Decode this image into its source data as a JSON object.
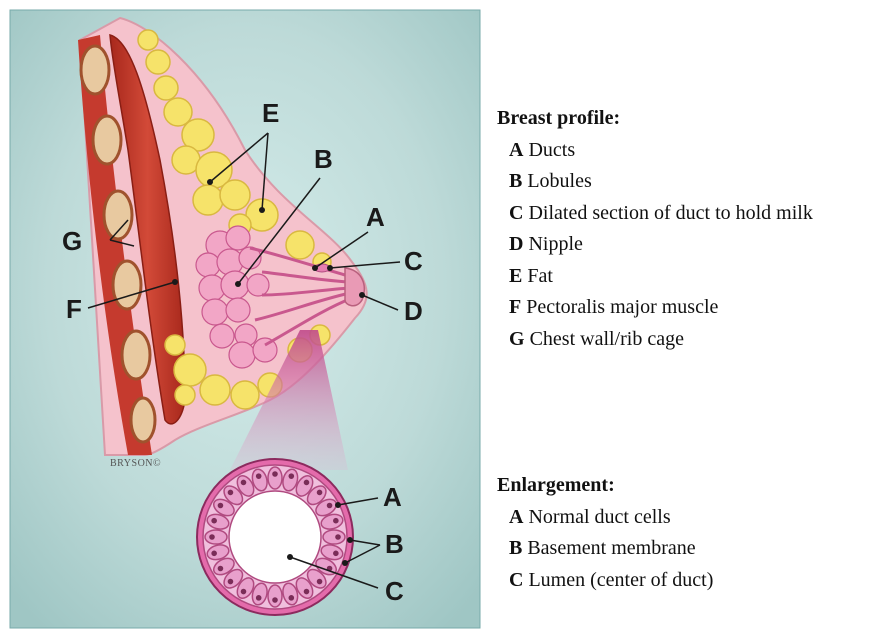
{
  "signature": "BRYSON©",
  "diagram_labels": {
    "profile": [
      "E",
      "B",
      "A",
      "C",
      "G",
      "F",
      "D"
    ],
    "enlargement": [
      "A",
      "B",
      "C"
    ]
  },
  "legend": {
    "profile": {
      "title": "Breast profile:",
      "items": [
        {
          "letter": "A",
          "text": "Ducts"
        },
        {
          "letter": "B",
          "text": "Lobules"
        },
        {
          "letter": "C",
          "text": "Dilated section of duct to hold milk"
        },
        {
          "letter": "D",
          "text": "Nipple"
        },
        {
          "letter": "E",
          "text": "Fat"
        },
        {
          "letter": "F",
          "text": "Pectoralis major muscle"
        },
        {
          "letter": "G",
          "text": "Chest wall/rib cage"
        }
      ]
    },
    "enlargement": {
      "title": "Enlargement:",
      "items": [
        {
          "letter": "A",
          "text": "Normal duct cells"
        },
        {
          "letter": "B",
          "text": "Basement membrane"
        },
        {
          "letter": "C",
          "text": "Lumen (center of duct)"
        }
      ]
    }
  },
  "colors": {
    "background": "#bfdcdc",
    "muscle": "#c0392b",
    "rib": "#e8c9a0",
    "fat": "#f6e36a",
    "gland": "#f2a6c6",
    "skin": "#f7c9d2",
    "cell": "#e8a0cc"
  }
}
